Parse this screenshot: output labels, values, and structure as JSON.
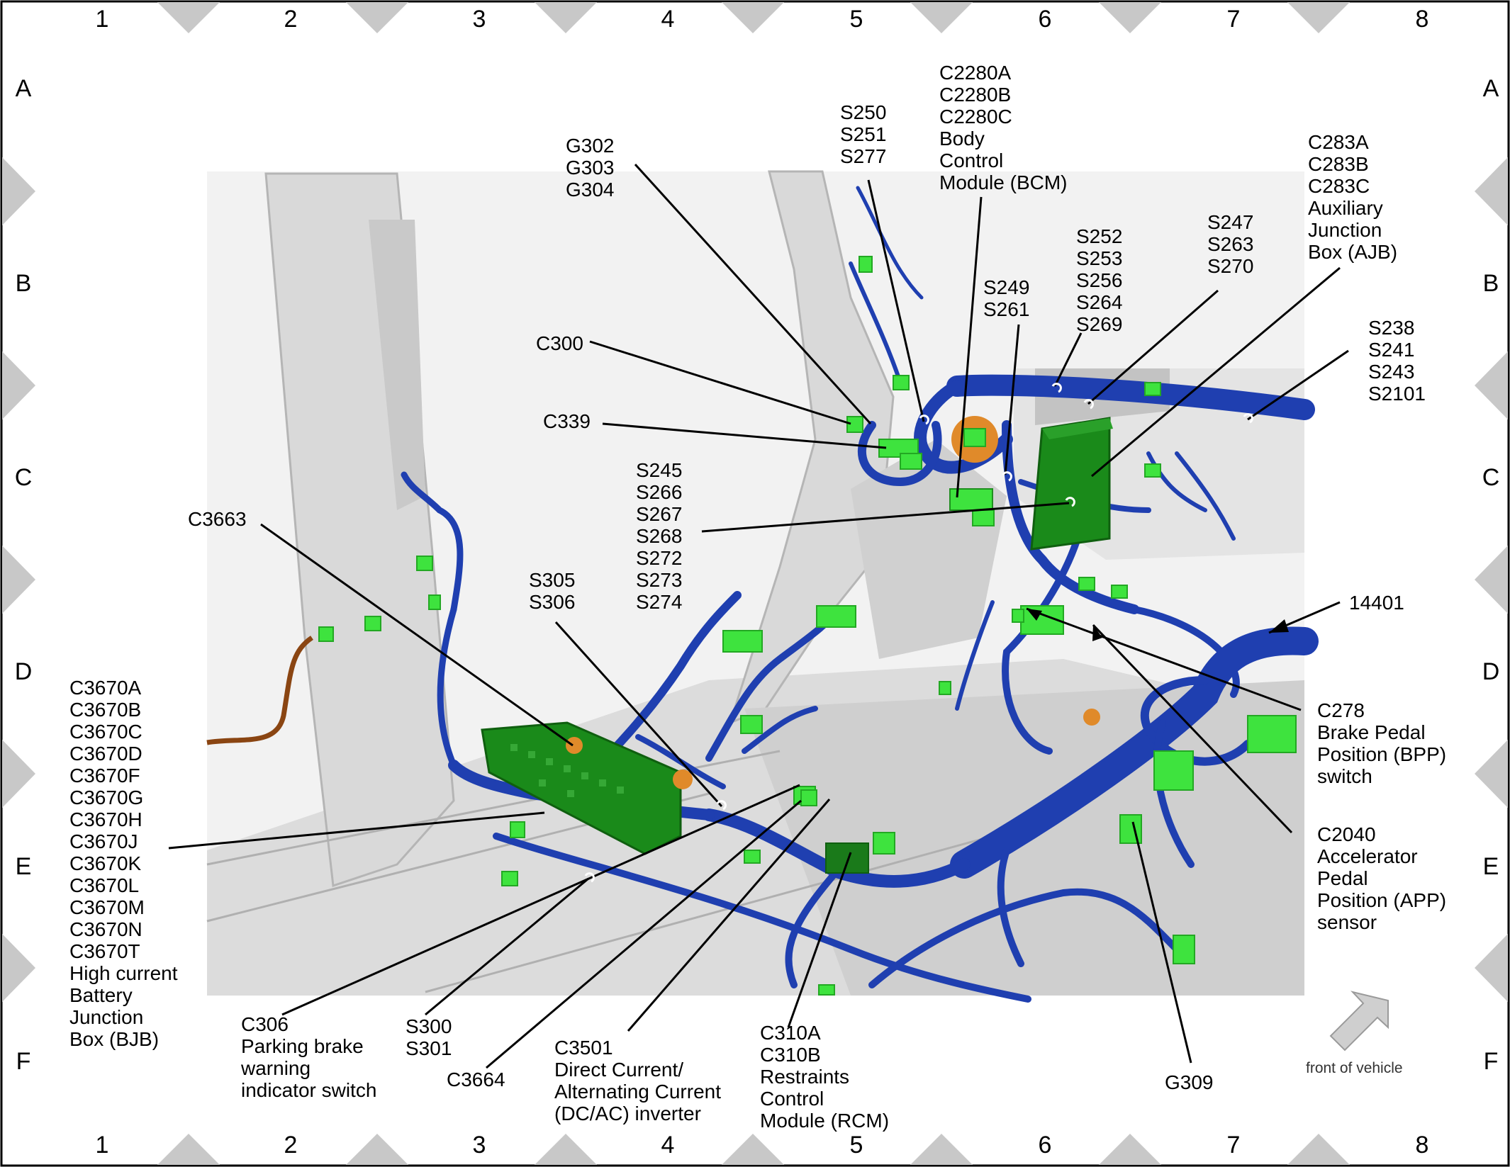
{
  "grid": {
    "columns": [
      "1",
      "2",
      "3",
      "4",
      "5",
      "6",
      "7",
      "8"
    ],
    "rows": [
      "A",
      "B",
      "C",
      "D",
      "E",
      "F"
    ]
  },
  "colors": {
    "harness": "#1f3fb0",
    "connector": "#3ee33e",
    "module": "#1a8a1a",
    "body": "#d4d4d4",
    "splice_marker": "#e08a2a",
    "frame_triangle": "#c8c8c8"
  },
  "callouts": {
    "g302": "G302\nG303\nG304",
    "s250": "S250\nS251\nS277",
    "c2280": "C2280A\nC2280B\nC2280C\nBody\nControl\nModule (BCM)",
    "s252": "S252\nS253\nS256\nS264\nS269",
    "s247": "S247\nS263\nS270",
    "c283": "C283A\nC283B\nC283C\nAuxiliary\nJunction\nBox (AJB)",
    "s249": "S249\nS261",
    "c300": "C300",
    "s238": "S238\nS241\nS243\nS2101",
    "c339": "C339",
    "s245": "S245\nS266\nS267\nS268\nS272\nS273\nS274",
    "c3663": "C3663",
    "s305": "S305\nS306",
    "n14401": "14401",
    "c3670": "C3670A\nC3670B\nC3670C\nC3670D\nC3670F\nC3670G\nC3670H\nC3670J\nC3670K\nC3670L\nC3670M\nC3670N\nC3670T\nHigh current\nBattery\nJunction\nBox (BJB)",
    "c278": "C278\nBrake Pedal\nPosition (BPP)\nswitch",
    "c2040": "C2040\nAccelerator\nPedal\nPosition (APP)\nsensor",
    "c306": "C306\nParking brake\nwarning\nindicator switch",
    "s300": "S300\nS301",
    "c3664": "C3664",
    "c3501": "C3501\nDirect Current/\nAlternating Current\n(DC/AC) inverter",
    "c310": "C310A\nC310B\nRestraints\nControl\nModule (RCM)",
    "g309": "G309"
  },
  "front_of_vehicle": "front of vehicle"
}
